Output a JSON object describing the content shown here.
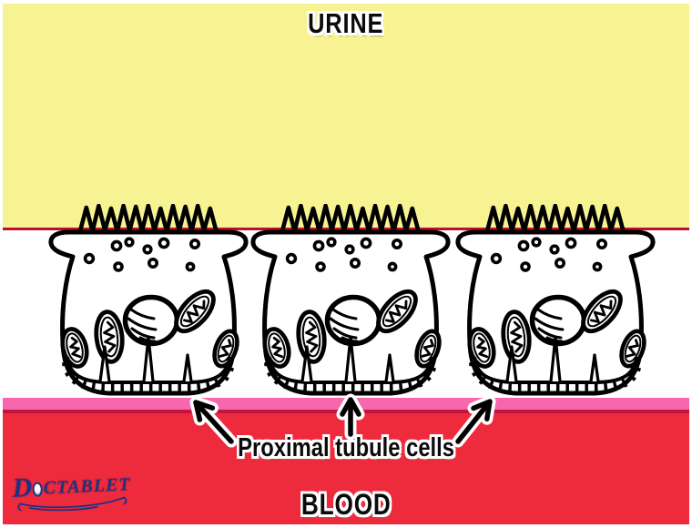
{
  "diagram": {
    "subject": "Proximal tubule cells",
    "cell_count": 3
  },
  "zones": {
    "urine": {
      "label": "URINE",
      "color": "#F8F392"
    },
    "interstitium": {
      "color": "#FFFFFF"
    },
    "membrane": {
      "color": "#F767AC",
      "edge_color": "#C11440"
    },
    "blood": {
      "label": "BLOOD",
      "color": "#EE2B3C"
    }
  },
  "divider_line_color": "#BE0D2F",
  "annotation": {
    "label": "Proximal tubule cells",
    "arrow_count": 3
  },
  "logo": {
    "full": "DOCTABLET",
    "d": "D",
    "rest": "CTABLET",
    "color": "#223183"
  },
  "ink_color": "#0B0B0B"
}
